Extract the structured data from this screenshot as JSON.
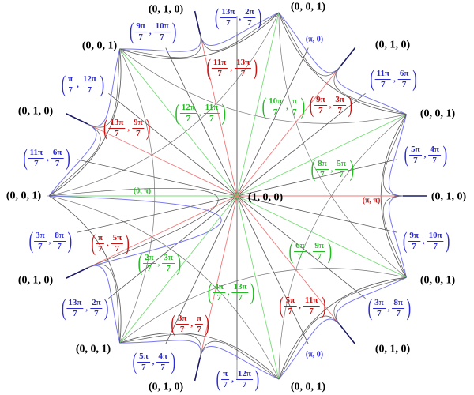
{
  "colors": {
    "blue": "#2b2bd6",
    "red": "#cc1111",
    "green": "#22bb22",
    "gray": "#555555",
    "blue_curve": "#7777ee",
    "red_line": "#ee7777",
    "green_line": "#77dd77"
  },
  "center_label": "(1, 0, 0)",
  "vertex_labels": {
    "a": "(0, 0, 1)",
    "b": "(0, 1, 0)"
  },
  "small_labels": {
    "blue_top": "(π, 0)",
    "blue_bottom": "(π, 0)",
    "red": "(π, π)",
    "green": "(0, π)"
  },
  "blue_labels": [
    {
      "a": "13π",
      "b": "2π"
    },
    {
      "a": "9π",
      "b": "10π"
    },
    {
      "a": "π",
      "b": "12π"
    },
    {
      "a": "11π",
      "b": "6π"
    },
    {
      "a": "3π",
      "b": "8π"
    },
    {
      "a": "13π",
      "b": "2π"
    },
    {
      "a": "5π",
      "b": "4π"
    },
    {
      "a": "π",
      "b": "12π"
    },
    {
      "a": "3π",
      "b": "8π"
    },
    {
      "a": "9π",
      "b": "10π"
    },
    {
      "a": "5π",
      "b": "4π"
    },
    {
      "a": "11π",
      "b": "6π"
    }
  ],
  "red_labels": [
    {
      "a": "11π",
      "b": "13π"
    },
    {
      "a": "13π",
      "b": "9π"
    },
    {
      "a": "9π",
      "b": "3π"
    },
    {
      "a": "π",
      "b": "5π"
    },
    {
      "a": "3π",
      "b": "π"
    },
    {
      "a": "5π",
      "b": "11π"
    }
  ],
  "green_labels": [
    {
      "a": "12π",
      "b": "11π"
    },
    {
      "a": "10π",
      "b": "π"
    },
    {
      "a": "8π",
      "b": "5π"
    },
    {
      "a": "2π",
      "b": "3π"
    },
    {
      "a": "4π",
      "b": "13π"
    },
    {
      "a": "6π",
      "b": "9π"
    }
  ],
  "denominator": "7"
}
